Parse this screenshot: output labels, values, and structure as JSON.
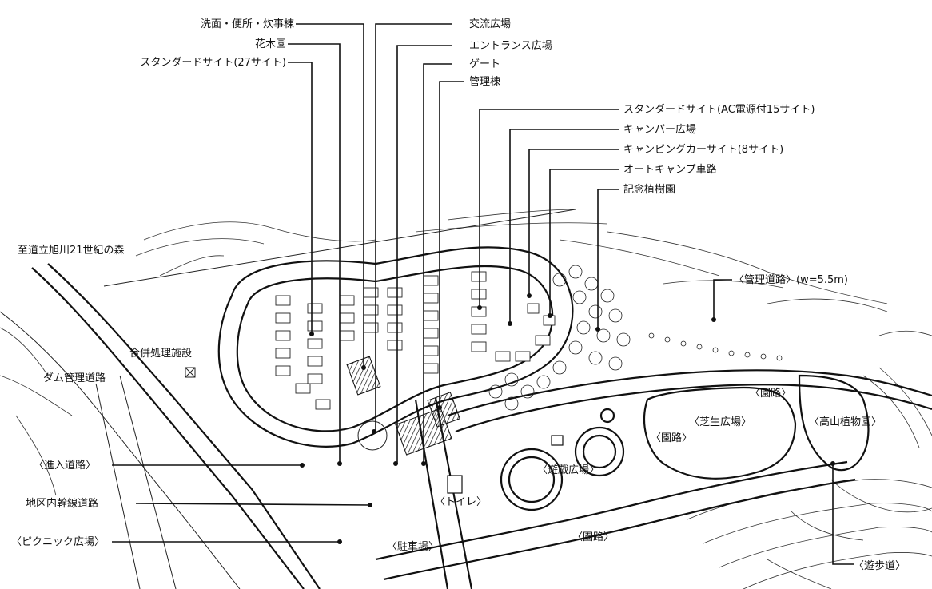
{
  "labels": {
    "washroom_toilet_cooking": "洗面・便所・炊事棟",
    "flower_garden": "花木園",
    "standard_site_27": "スタンダードサイト(27サイト)",
    "exchange_plaza": "交流広場",
    "entrance_plaza": "エントランス広場",
    "gate": "ゲート",
    "management_building": "管理棟",
    "standard_site_ac": "スタンダードサイト(AC電源付15サイト)",
    "camper_plaza": "キャンパー広場",
    "camping_car_site": "キャンピングカーサイト(8サイト)",
    "auto_camp_road": "オートキャンプ車路",
    "memorial_arboretum": "記念植樹園",
    "to_forest": "至道立旭川21世紀の森",
    "combined_treatment": "合併処理施設",
    "dam_road": "ダム管理道路",
    "management_road": "〈管理道路〉(w=5.5m)",
    "entrance_road": "〈進入道路〉",
    "district_trunk_road": "地区内幹線道路",
    "picnic_plaza": "〈ピクニック広場〉",
    "parking": "〈駐車場〉",
    "toilet": "〈トイレ〉",
    "play_plaza": "〈遊戯広場〉",
    "park_path_1": "〈園路〉",
    "park_path_2": "〈園路〉",
    "park_path_3": "〈園路〉",
    "lawn_plaza": "〈芝生広場〉",
    "alpine_garden": "〈高山植物園〉",
    "promenade": "〈遊歩道〉"
  }
}
